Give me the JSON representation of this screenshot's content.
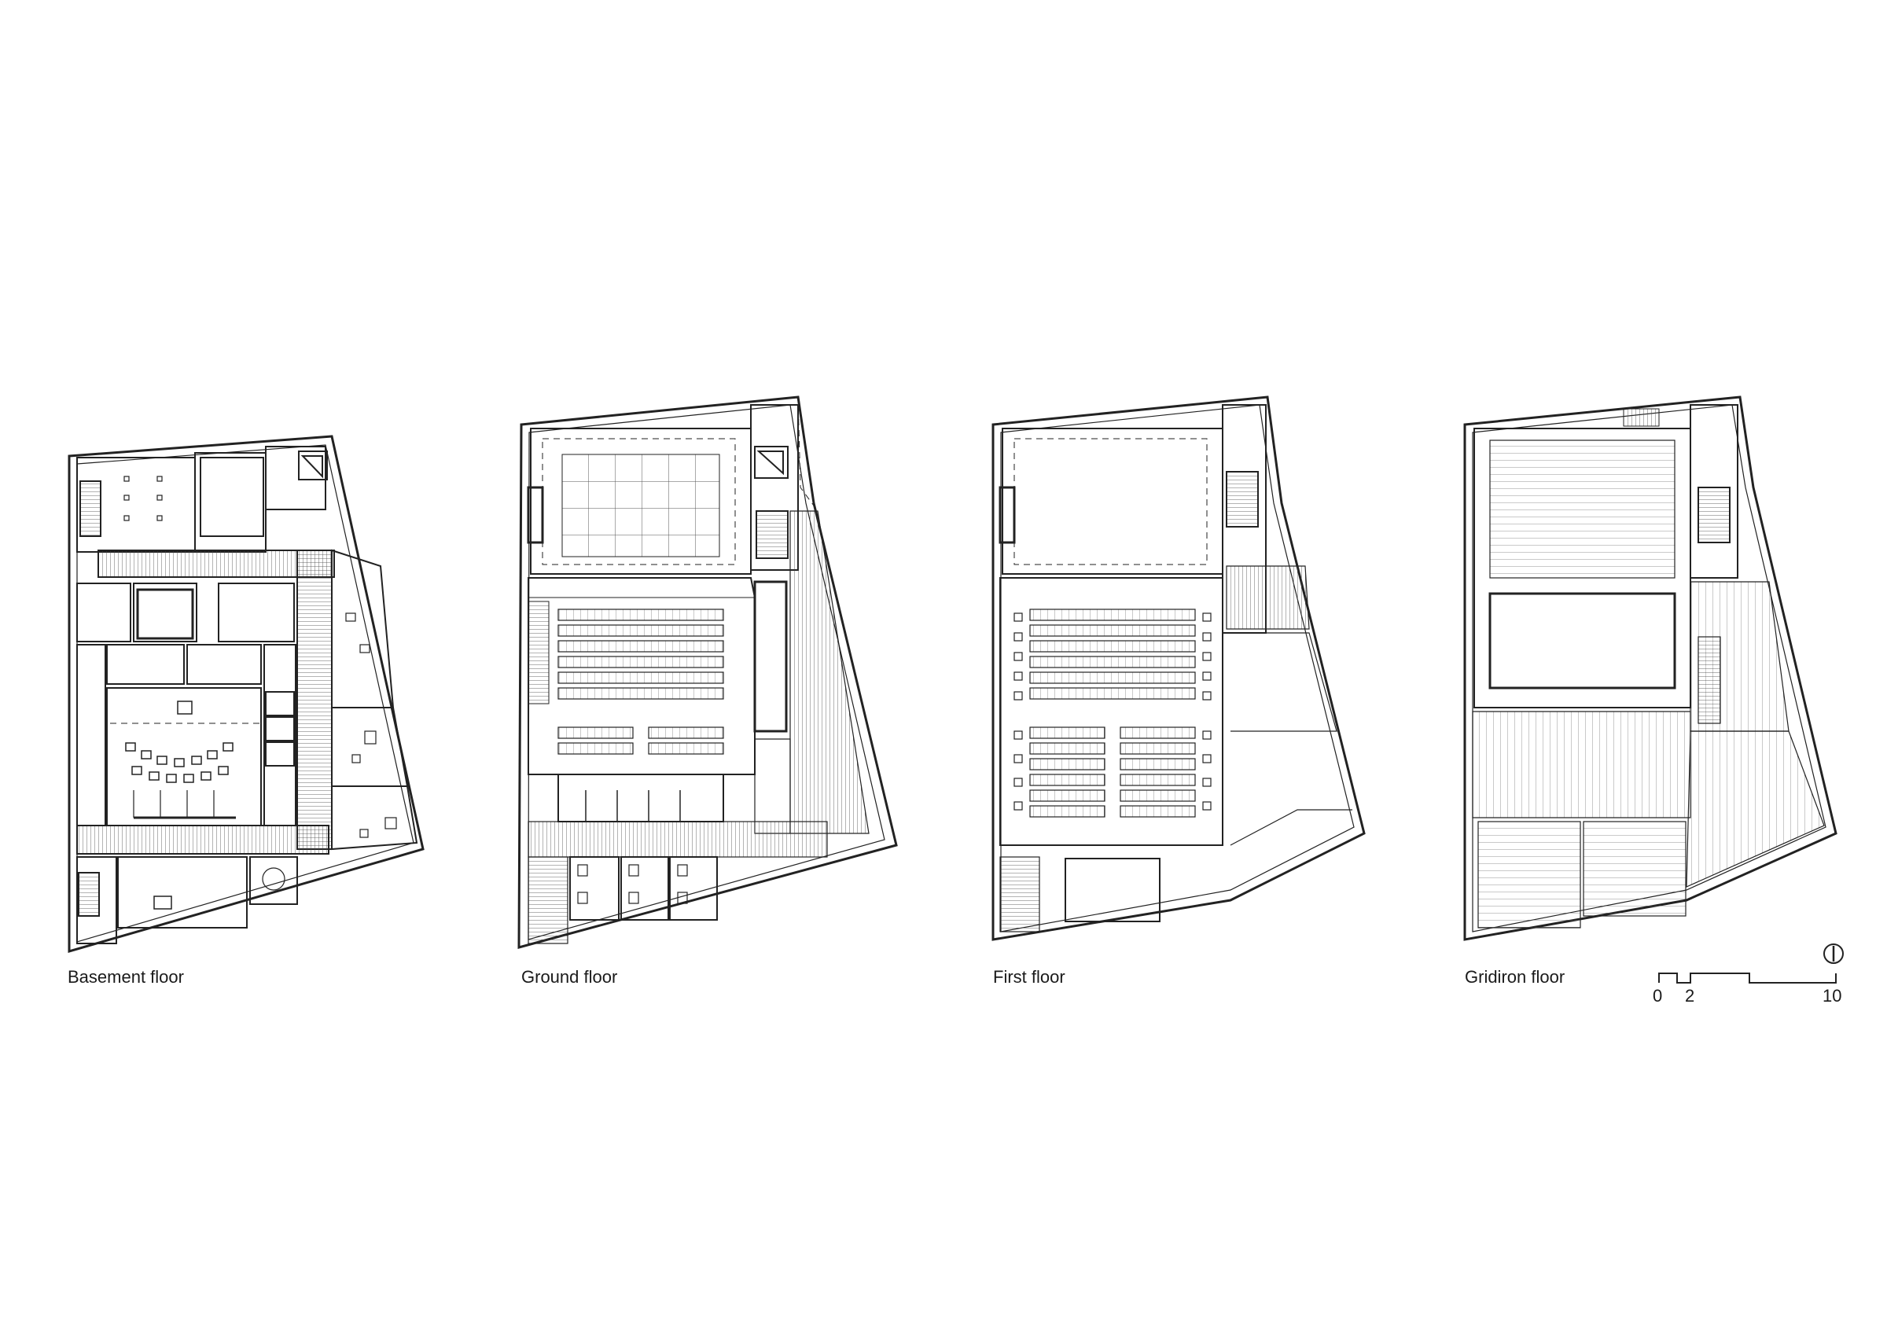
{
  "plans": [
    {
      "id": "basement",
      "label": "Basement floor"
    },
    {
      "id": "ground",
      "label": "Ground floor"
    },
    {
      "id": "first",
      "label": "First floor"
    },
    {
      "id": "gridiron",
      "label": "Gridiron floor"
    }
  ],
  "scale_bar": {
    "ticks": [
      "0",
      "2",
      "10"
    ]
  },
  "north_arrow": {
    "icon": "north-arrow-icon"
  }
}
